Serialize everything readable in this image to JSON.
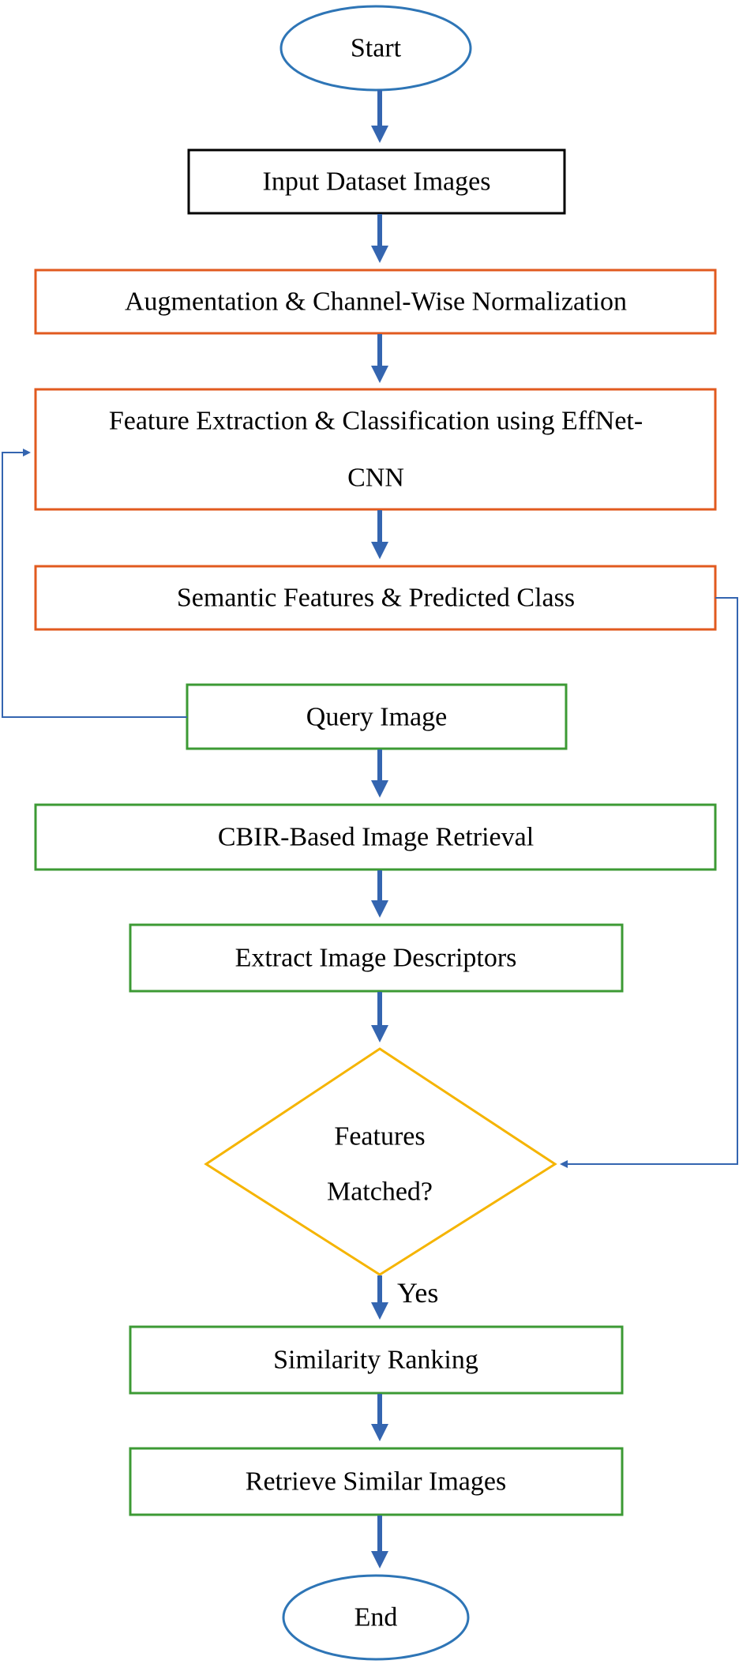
{
  "flowchart": {
    "start": "Start",
    "input_dataset": "Input Dataset Images",
    "augmentation": "Augmentation & Channel-Wise Normalization",
    "feature_extraction_line1": "Feature Extraction & Classification using EffNet-",
    "feature_extraction_line2": "CNN",
    "semantic_features": "Semantic Features & Predicted Class",
    "query_image": "Query Image",
    "cbir_retrieval": "CBIR-Based Image Retrieval",
    "extract_descriptors": "Extract Image Descriptors",
    "decision_line1": "Features",
    "decision_line2": "Matched?",
    "yes_label": "Yes",
    "similarity_ranking": "Similarity Ranking",
    "retrieve_similar": "Retrieve Similar Images",
    "end": "End"
  },
  "colors": {
    "terminal_stroke": "#2e75b6",
    "arrow": "#3465b0",
    "black_box": "#000000",
    "orange_box": "#e15a1f",
    "green_box": "#3c9a34",
    "diamond": "#f5b400"
  }
}
